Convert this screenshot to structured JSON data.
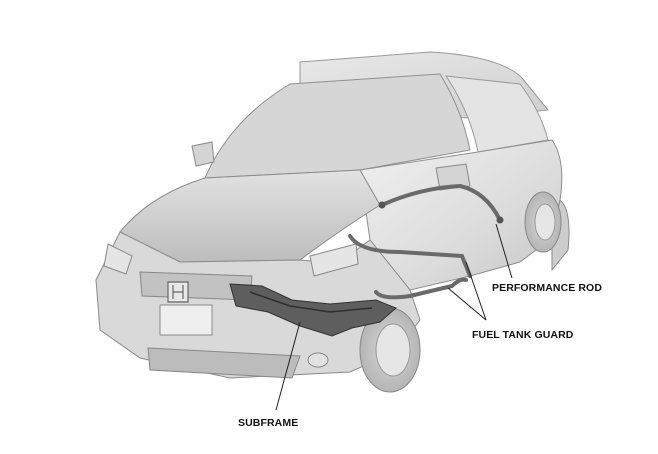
{
  "labels": {
    "performance_rod": "PERFORMANCE ROD",
    "fuel_tank_guard": "FUEL TANK GUARD",
    "subframe": "SUBFRAME"
  },
  "colors": {
    "body_light": "#e6e6e6",
    "body_mid": "#cfcfcf",
    "body_dark": "#a9a9a9",
    "outline": "#8a8a8a",
    "highlight_part": "#6e6e6e",
    "text": "#111111"
  }
}
